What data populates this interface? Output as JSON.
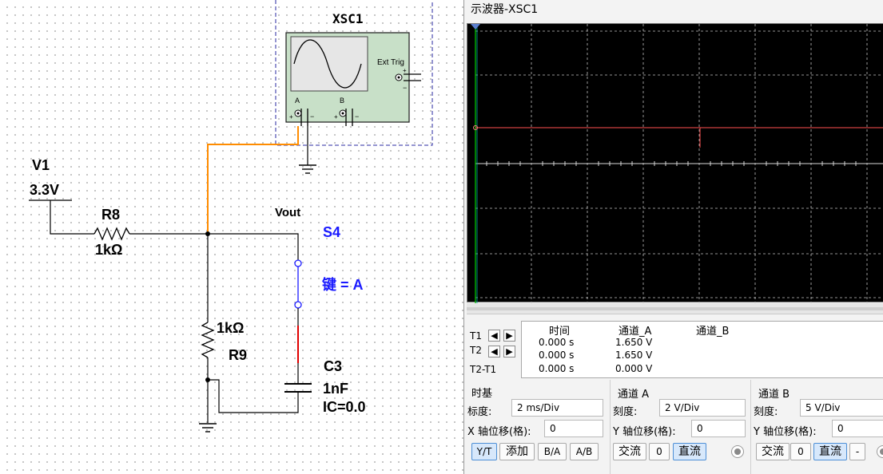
{
  "schematic": {
    "scope_name": "XSC1",
    "scope_ext_trig": "Ext Trig",
    "scope_ch_a": "A",
    "scope_ch_b": "B",
    "v1_name": "V1",
    "v1_value": "3.3V",
    "r8_name": "R8",
    "r8_value": "1kΩ",
    "r9_value": "1kΩ",
    "r9_name": "R9",
    "net_label": "Vout",
    "switch_name": "S4",
    "switch_key": "键 = A",
    "c3_name": "C3",
    "c3_value": "1nF",
    "c3_ic": "IC=0.0",
    "wire_color_probe": "#ff8c00",
    "wire_color_switch": "#e00000"
  },
  "scope": {
    "title": "示波器-XSC1",
    "trace_color": "#ff5050",
    "cursor_t1_color": "#00c000",
    "cursor_t2_color": "#00c000",
    "cursor_readout": {
      "row_labels": [
        "T1",
        "T2",
        "T2-T1"
      ],
      "headers": [
        "时间",
        "通道_A",
        "通道_B"
      ],
      "rows": [
        [
          "0.000 s",
          "1.650 V",
          ""
        ],
        [
          "0.000 s",
          "1.650 V",
          ""
        ],
        [
          "0.000 s",
          "0.000 V",
          ""
        ]
      ]
    },
    "timebase": {
      "title": "时基",
      "scale_label": "标度:",
      "scale_value": "2 ms/Div",
      "xpos_label": "X 轴位移(格):",
      "xpos_value": "0",
      "buttons": [
        "Y/T",
        "添加",
        "B/A",
        "A/B"
      ]
    },
    "channel_a": {
      "title": "通道 A",
      "scale_label": "刻度:",
      "scale_value": "2  V/Div",
      "ypos_label": "Y 轴位移(格):",
      "ypos_value": "0",
      "ac_label": "交流",
      "zero_label": "0",
      "dc_label": "直流"
    },
    "channel_b": {
      "title": "通道 B",
      "scale_label": "刻度:",
      "scale_value": "5  V/Div",
      "ypos_label": "Y 轴位移(格):",
      "ypos_value": "0",
      "ac_label": "交流",
      "zero_label": "0",
      "dc_label": "直流",
      "minus_label": "-"
    }
  }
}
